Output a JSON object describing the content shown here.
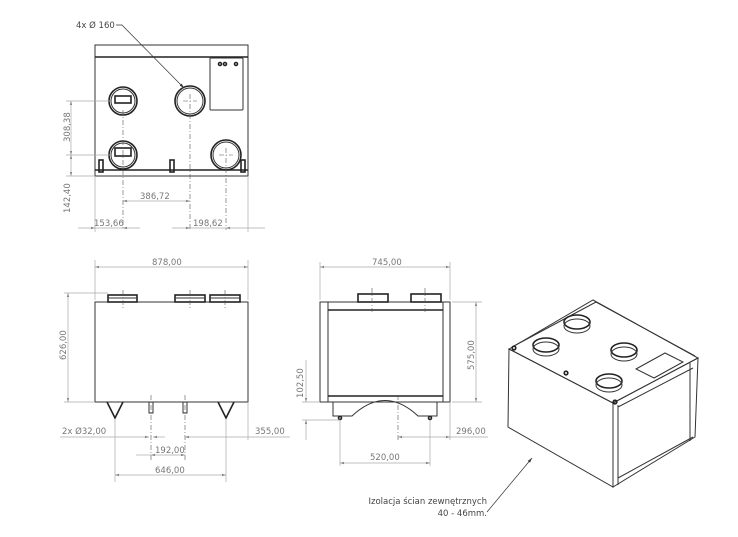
{
  "top_view": {
    "callout": "4x Ø 160",
    "dims": {
      "vertical_pitch": "308,38",
      "bottom_offset": "142,40",
      "horizontal_pitch": "386,72",
      "left_offset": "153,66",
      "right_offset": "198,62"
    }
  },
  "front_view": {
    "dims": {
      "width": "878,00",
      "height": "626,00",
      "drain": "2x Ø32,00",
      "drain_offset": "355,00",
      "drain_pitch": "192,00",
      "feet_pitch": "646,00"
    }
  },
  "side_view": {
    "dims": {
      "width": "745,00",
      "height": "575,00",
      "base_height": "102,50",
      "foot_offset": "296,00",
      "feet_pitch": "520,00"
    }
  },
  "iso_view": {
    "note_line1": "Izolacja ścian zewnętrznych",
    "note_line2": "40 - 46mm."
  }
}
